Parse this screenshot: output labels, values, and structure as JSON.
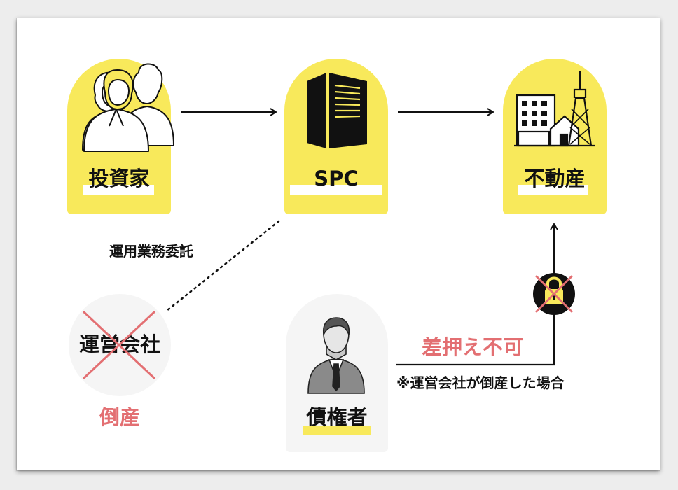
{
  "nodes": {
    "investor": {
      "label": "投資家"
    },
    "spc": {
      "label": "SPC"
    },
    "real_estate": {
      "label": "不動産"
    },
    "operator": {
      "label": "運営会社",
      "status": "倒産"
    },
    "creditor": {
      "label": "債権者"
    }
  },
  "edges": {
    "entrustment": {
      "label": "運用業務委託"
    },
    "seizure": {
      "label": "差押え不可",
      "note": "※運営会社が倒産した場合"
    }
  },
  "colors": {
    "accent_yellow": "#f8e95b",
    "danger_red": "#e36f72",
    "ink": "#111111"
  },
  "icons": [
    "people-icon",
    "building-icon",
    "city-icon",
    "businessman-icon",
    "padlock-icon",
    "cross-icon"
  ]
}
